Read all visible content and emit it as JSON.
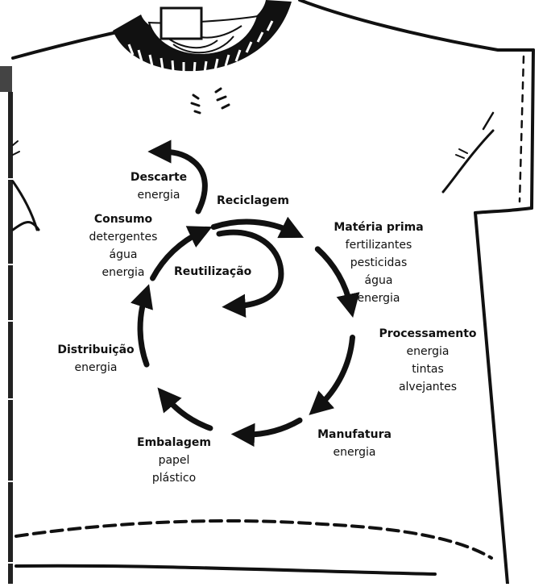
{
  "stages": [
    {
      "key": "reciclagem",
      "title": "Reciclagem",
      "items": []
    },
    {
      "key": "materia",
      "title": "Matéria prima",
      "items": [
        "fertilizantes",
        "pesticidas",
        "água",
        "energia"
      ]
    },
    {
      "key": "processamento",
      "title": "Processamento",
      "items": [
        "energia",
        "tintas",
        "alvejantes"
      ]
    },
    {
      "key": "manufatura",
      "title": "Manufatura",
      "items": [
        "energia"
      ]
    },
    {
      "key": "embalagem",
      "title": "Embalagem",
      "items": [
        "papel",
        "plástico"
      ]
    },
    {
      "key": "distribuicao",
      "title": "Distribuição",
      "items": [
        "energia"
      ]
    },
    {
      "key": "consumo",
      "title": "Consumo",
      "items": [
        "detergentes",
        "água",
        "energia"
      ]
    },
    {
      "key": "descarte",
      "title": "Descarte",
      "items": [
        "energia"
      ]
    }
  ],
  "center": {
    "title": "Reutilização"
  },
  "colors": {
    "ink": "#111111",
    "background": "#ffffff",
    "tab": "#444444"
  }
}
